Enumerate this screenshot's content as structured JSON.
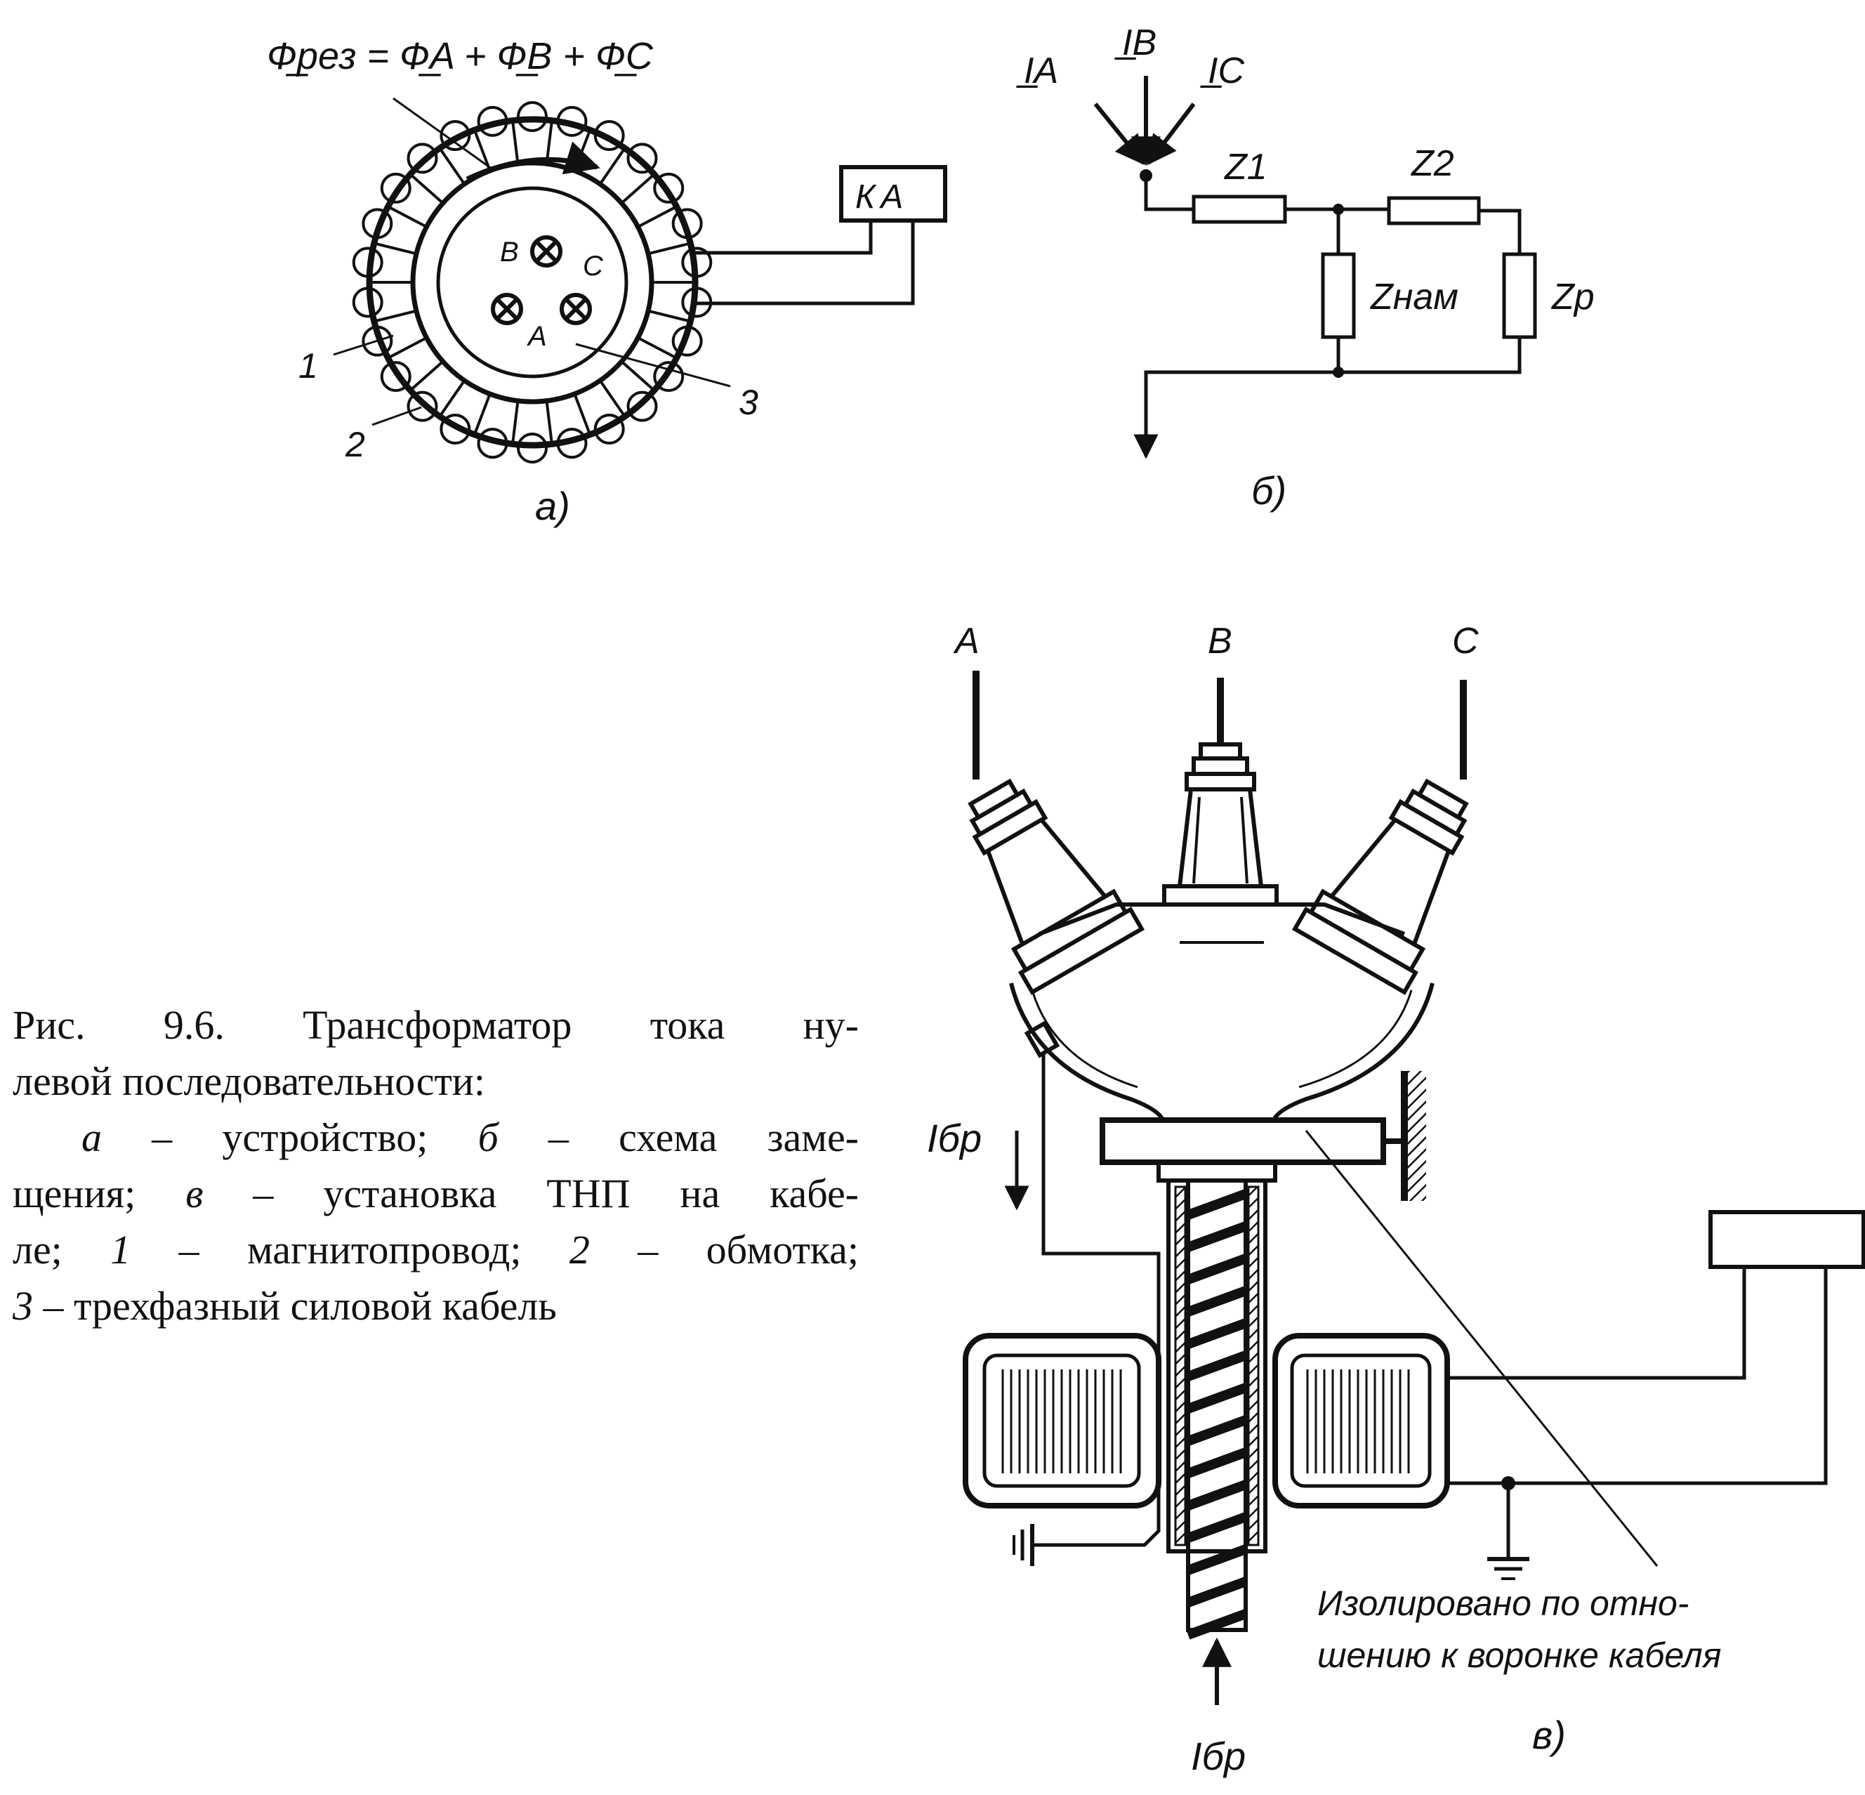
{
  "figure_a": {
    "formula": "Ф̲рез = Ф̲A + Ф̲B + Ф̲C",
    "relay_label": "КА",
    "phase_labels": {
      "a": "A",
      "b": "B",
      "c": "C"
    },
    "callouts": {
      "n1": "1",
      "n2": "2",
      "n3": "3"
    },
    "panel_label": "а)"
  },
  "figure_b": {
    "currents": {
      "ia": "I̲A",
      "ib": "I̲B",
      "ic": "I̲C"
    },
    "impedances": {
      "z1": "Z1",
      "z2": "Z2",
      "znam": "Zнам",
      "zp": "Zр"
    },
    "panel_label": "б)"
  },
  "figure_v": {
    "phase_labels": {
      "a": "A",
      "b": "B",
      "c": "C"
    },
    "current_top": "Iбр",
    "current_bottom": "Iбр",
    "note_line1": "Изолировано по отно-",
    "note_line2": "шению к воронке кабеля",
    "panel_label": "в)"
  },
  "caption": {
    "title_line1": "Рис. 9.6. Трансформатор тока ну-",
    "title_line2": "левой последовательности:",
    "key_a": "а",
    "desc_a": " – устройство; ",
    "key_b": "б",
    "desc_b": " – схема заме-",
    "line4": "щения; ",
    "key_v": "в",
    "desc_v": " – установка ТНП на кабе-",
    "line5": "ле; ",
    "key_1": "1",
    "desc_1": " – магнитопровод; ",
    "key_2": "2",
    "desc_2": " – обмотка;",
    "key_3": "3",
    "desc_3": " – трехфазный силовой кабель"
  }
}
